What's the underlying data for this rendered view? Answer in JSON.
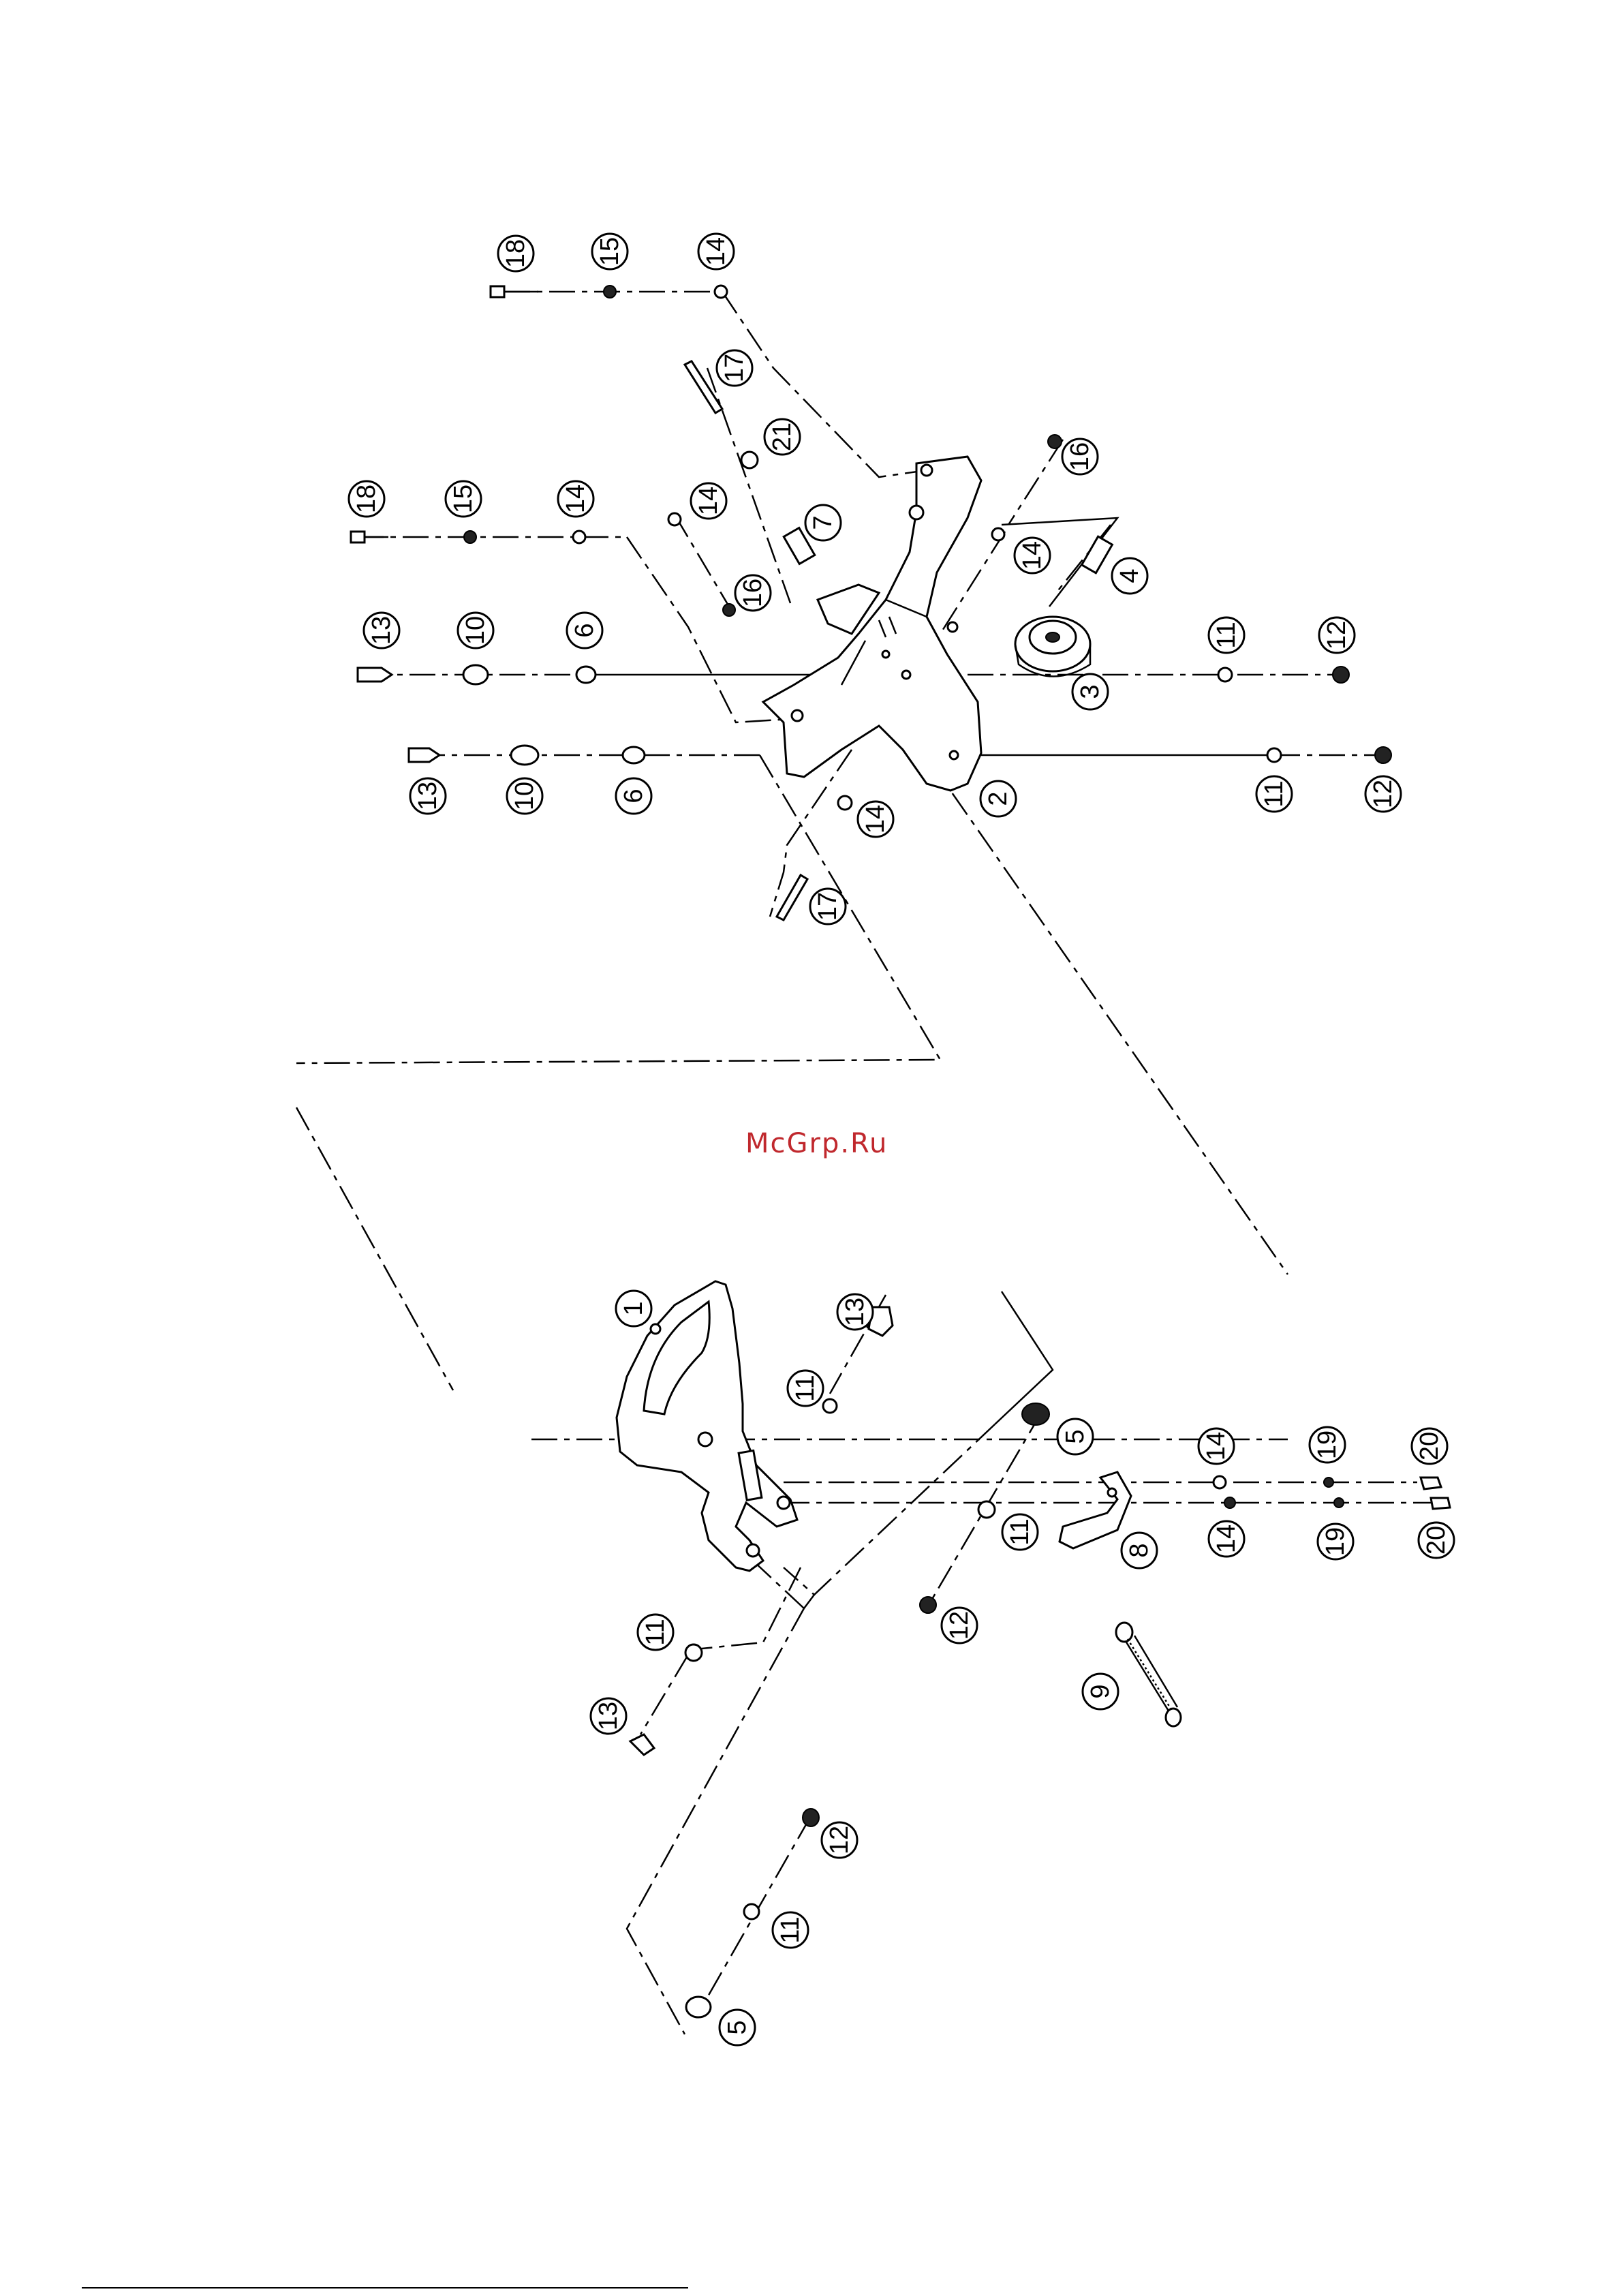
{
  "watermark": "McGrp.Ru",
  "callouts": [
    {
      "id": "c18a",
      "label": "18"
    },
    {
      "id": "c15a",
      "label": "15"
    },
    {
      "id": "c14a",
      "label": "14"
    },
    {
      "id": "c17a",
      "label": "17"
    },
    {
      "id": "c21",
      "label": "21"
    },
    {
      "id": "c16a",
      "label": "16"
    },
    {
      "id": "c18b",
      "label": "18"
    },
    {
      "id": "c15b",
      "label": "15"
    },
    {
      "id": "c14b",
      "label": "14"
    },
    {
      "id": "c14c",
      "label": "14"
    },
    {
      "id": "c7",
      "label": "7"
    },
    {
      "id": "c14d",
      "label": "14"
    },
    {
      "id": "c4",
      "label": "4"
    },
    {
      "id": "c16b",
      "label": "16"
    },
    {
      "id": "c13a",
      "label": "13"
    },
    {
      "id": "c10a",
      "label": "10"
    },
    {
      "id": "c6a",
      "label": "6"
    },
    {
      "id": "c11a",
      "label": "11"
    },
    {
      "id": "c12a",
      "label": "12"
    },
    {
      "id": "c3",
      "label": "3"
    },
    {
      "id": "c13b",
      "label": "13"
    },
    {
      "id": "c10b",
      "label": "10"
    },
    {
      "id": "c6b",
      "label": "6"
    },
    {
      "id": "c2",
      "label": "2"
    },
    {
      "id": "c11b",
      "label": "11"
    },
    {
      "id": "c12b",
      "label": "12"
    },
    {
      "id": "c14e",
      "label": "14"
    },
    {
      "id": "c17b",
      "label": "17"
    },
    {
      "id": "c1",
      "label": "1"
    },
    {
      "id": "c13c",
      "label": "13"
    },
    {
      "id": "c11c",
      "label": "11"
    },
    {
      "id": "c5a",
      "label": "5"
    },
    {
      "id": "c14f",
      "label": "14"
    },
    {
      "id": "c19a",
      "label": "19"
    },
    {
      "id": "c20a",
      "label": "20"
    },
    {
      "id": "c11d",
      "label": "11"
    },
    {
      "id": "c8",
      "label": "8"
    },
    {
      "id": "c14g",
      "label": "14"
    },
    {
      "id": "c19b",
      "label": "19"
    },
    {
      "id": "c20b",
      "label": "20"
    },
    {
      "id": "c12c",
      "label": "12"
    },
    {
      "id": "c11e",
      "label": "11"
    },
    {
      "id": "c9",
      "label": "9"
    },
    {
      "id": "c13d",
      "label": "13"
    },
    {
      "id": "c12d",
      "label": "12"
    },
    {
      "id": "c11f",
      "label": "11"
    },
    {
      "id": "c5b",
      "label": "5"
    }
  ]
}
